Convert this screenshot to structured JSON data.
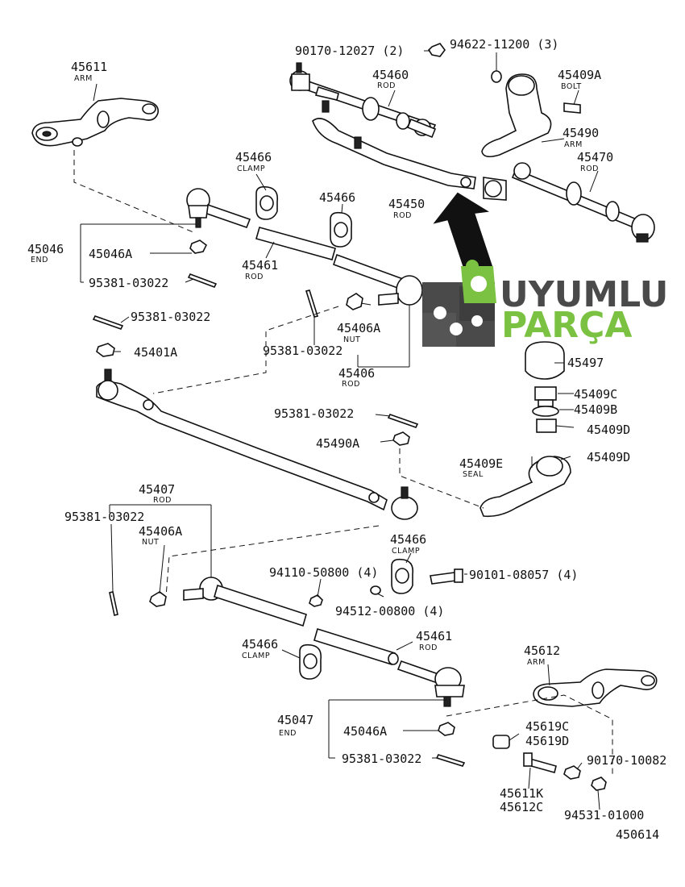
{
  "colors": {
    "logo_dark": "#4a4a4a",
    "logo_green": "#7cc242",
    "line": "#111111"
  },
  "logo": {
    "word1": "UYUMLU",
    "word2": "PARÇA"
  },
  "figure_number": "450614",
  "labels": {
    "p45611": "45611",
    "p45611_sub": "ARM",
    "p90170_12027": "90170-12027 (2)",
    "p94622": "94622-11200 (3)",
    "p45460": "45460",
    "p45460_sub": "ROD",
    "p45409A": "45409A",
    "p45409A_sub": "BOLT",
    "p45490": "45490",
    "p45490_sub": "ARM",
    "p45470": "45470",
    "p45470_sub": "ROD",
    "p45466a": "45466",
    "p45466a_sub": "CLAMP",
    "p45466b": "45466",
    "p45450": "45450",
    "p45450_sub": "ROD",
    "p45046": "45046",
    "p45046_sub": "END",
    "p45046A_1": "45046A",
    "p45461a": "45461",
    "p45461a_sub": "ROD",
    "p95381_a": "95381-03022",
    "p95381_b": "95381-03022",
    "p45406A_1": "45406A",
    "p45406A_1_sub": "NUT",
    "p45401A": "45401A",
    "p95381_c": "95381-03022",
    "p45406": "45406",
    "p45406_sub": "ROD",
    "p45497": "45497",
    "p45409C": "45409C",
    "p45409B": "45409B",
    "p45409D_1": "45409D",
    "p95381_d": "95381-03022",
    "p45490A": "45490A",
    "p45409E": "45409E",
    "p45409E_sub": "SEAL",
    "p45409D_2": "45409D",
    "p45407": "45407",
    "p45407_sub": "ROD",
    "p95381_e": "95381-03022",
    "p45406A_2": "45406A",
    "p45406A_2_sub": "NUT",
    "p45466c": "45466",
    "p45466c_sub": "CLAMP",
    "p94110": "94110-50800 (4)",
    "p90101": "90101-08057 (4)",
    "p94512": "94512-00800 (4)",
    "p45461b": "45461",
    "p45461b_sub": "ROD",
    "p45466d": "45466",
    "p45466d_sub": "CLAMP",
    "p45612": "45612",
    "p45612_sub": "ARM",
    "p45047": "45047",
    "p45047_sub": "END",
    "p45046A_2": "45046A",
    "p95381_f": "95381-03022",
    "p45619C": "45619C",
    "p45619D": "45619D",
    "p90170_10082": "90170-10082",
    "p45611K": "45611K",
    "p45612C": "45612C",
    "p94531": "94531-01000"
  }
}
